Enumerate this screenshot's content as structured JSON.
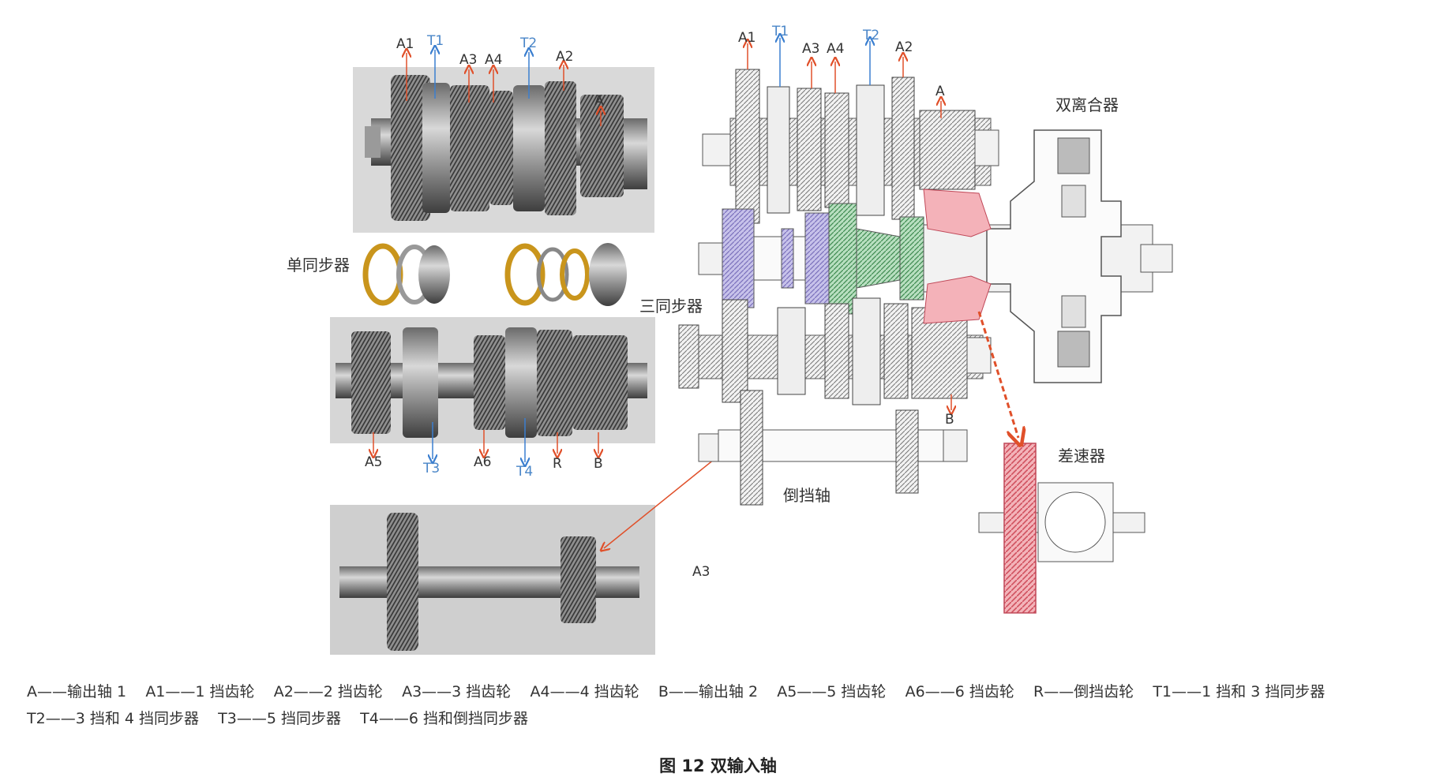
{
  "photo1_labels": {
    "A1": "A1",
    "T1": "T1",
    "A3": "A3",
    "A4": "A4",
    "T2": "T2",
    "A2": "A2",
    "A": "A"
  },
  "sync_labels": {
    "single": "单同步器",
    "triple": "三同步器"
  },
  "photo2_labels": {
    "A5": "A5",
    "T3": "T3",
    "A6": "A6",
    "T4": "T4",
    "R": "R",
    "B": "B"
  },
  "photo3_label": "A3",
  "schematic_labels": {
    "A1": "A1",
    "T1": "T1",
    "A3": "A3",
    "A4": "A4",
    "T2": "T2",
    "A2": "A2",
    "A": "A",
    "B": "B",
    "dual_clutch": "双离合器",
    "differential": "差速器",
    "reverse_shaft": "倒挡轴"
  },
  "legend_line1": [
    "A——输出轴 1",
    "A1——1 挡齿轮",
    "A2——2 挡齿轮",
    "A3——3 挡齿轮",
    "A4——4 挡齿轮",
    "B——输出轴 2",
    "A5——5 挡齿轮",
    "A6——6 挡齿轮",
    "R——倒挡齿轮",
    "T1——1 挡和 3 挡同步器"
  ],
  "legend_line2": [
    "T2——3 挡和 4 挡同步器",
    "T3——5 挡同步器",
    "T4——6 挡和倒挡同步器"
  ],
  "caption": "图 12 双输入轴",
  "colors": {
    "red_arrow": "#e0502a",
    "blue_arrow": "#3b7fd0",
    "pink": "#e8838c",
    "purple": "#9a8fd0",
    "green": "#5aa86a"
  }
}
